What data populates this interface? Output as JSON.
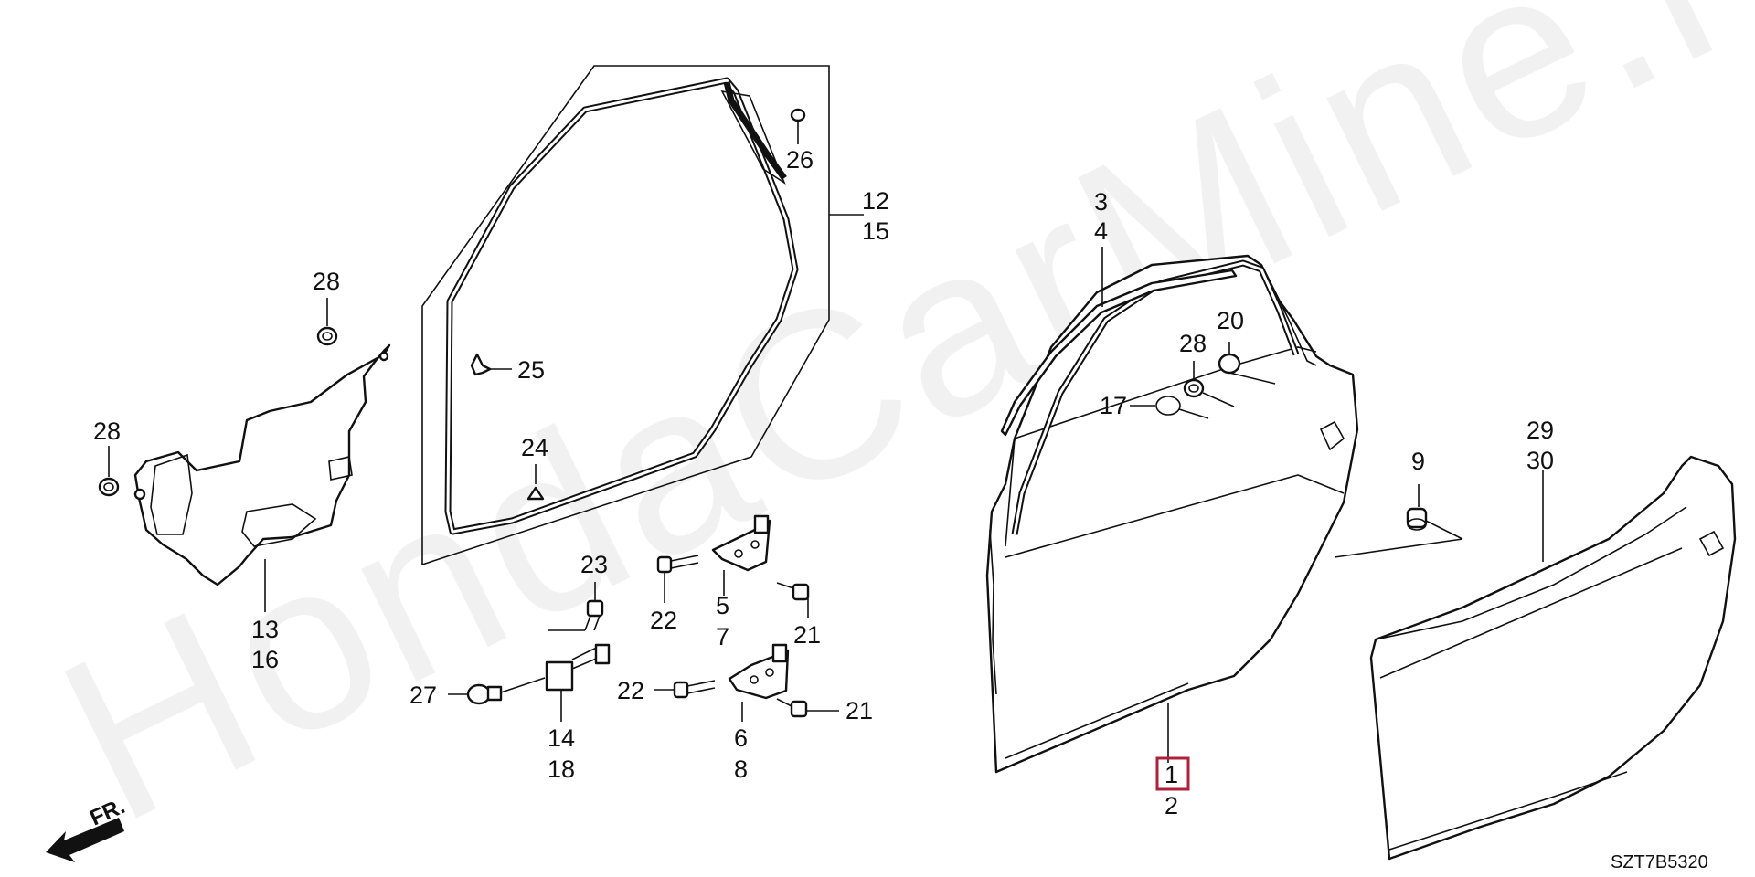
{
  "watermark": "HondaCarMine.ru",
  "diagram_code": "SZT7B5320",
  "direction_label": "FR.",
  "highlighted_part": "1",
  "parts": {
    "p1": "1",
    "p2": "2",
    "p3": "3",
    "p4": "4",
    "p5": "5",
    "p6": "6",
    "p7": "7",
    "p8": "8",
    "p9": "9",
    "p12": "12",
    "p13": "13",
    "p14": "14",
    "p15": "15",
    "p16": "16",
    "p17": "17",
    "p18": "18",
    "p20": "20",
    "p21a": "21",
    "p21b": "21",
    "p22a": "22",
    "p22b": "22",
    "p23": "23",
    "p24": "24",
    "p25": "25",
    "p26": "26",
    "p27": "27",
    "p28a": "28",
    "p28b": "28",
    "p28c": "28",
    "p29": "29",
    "p30": "30"
  },
  "colors": {
    "highlight_box": "#b0203c",
    "line": "#111111"
  }
}
